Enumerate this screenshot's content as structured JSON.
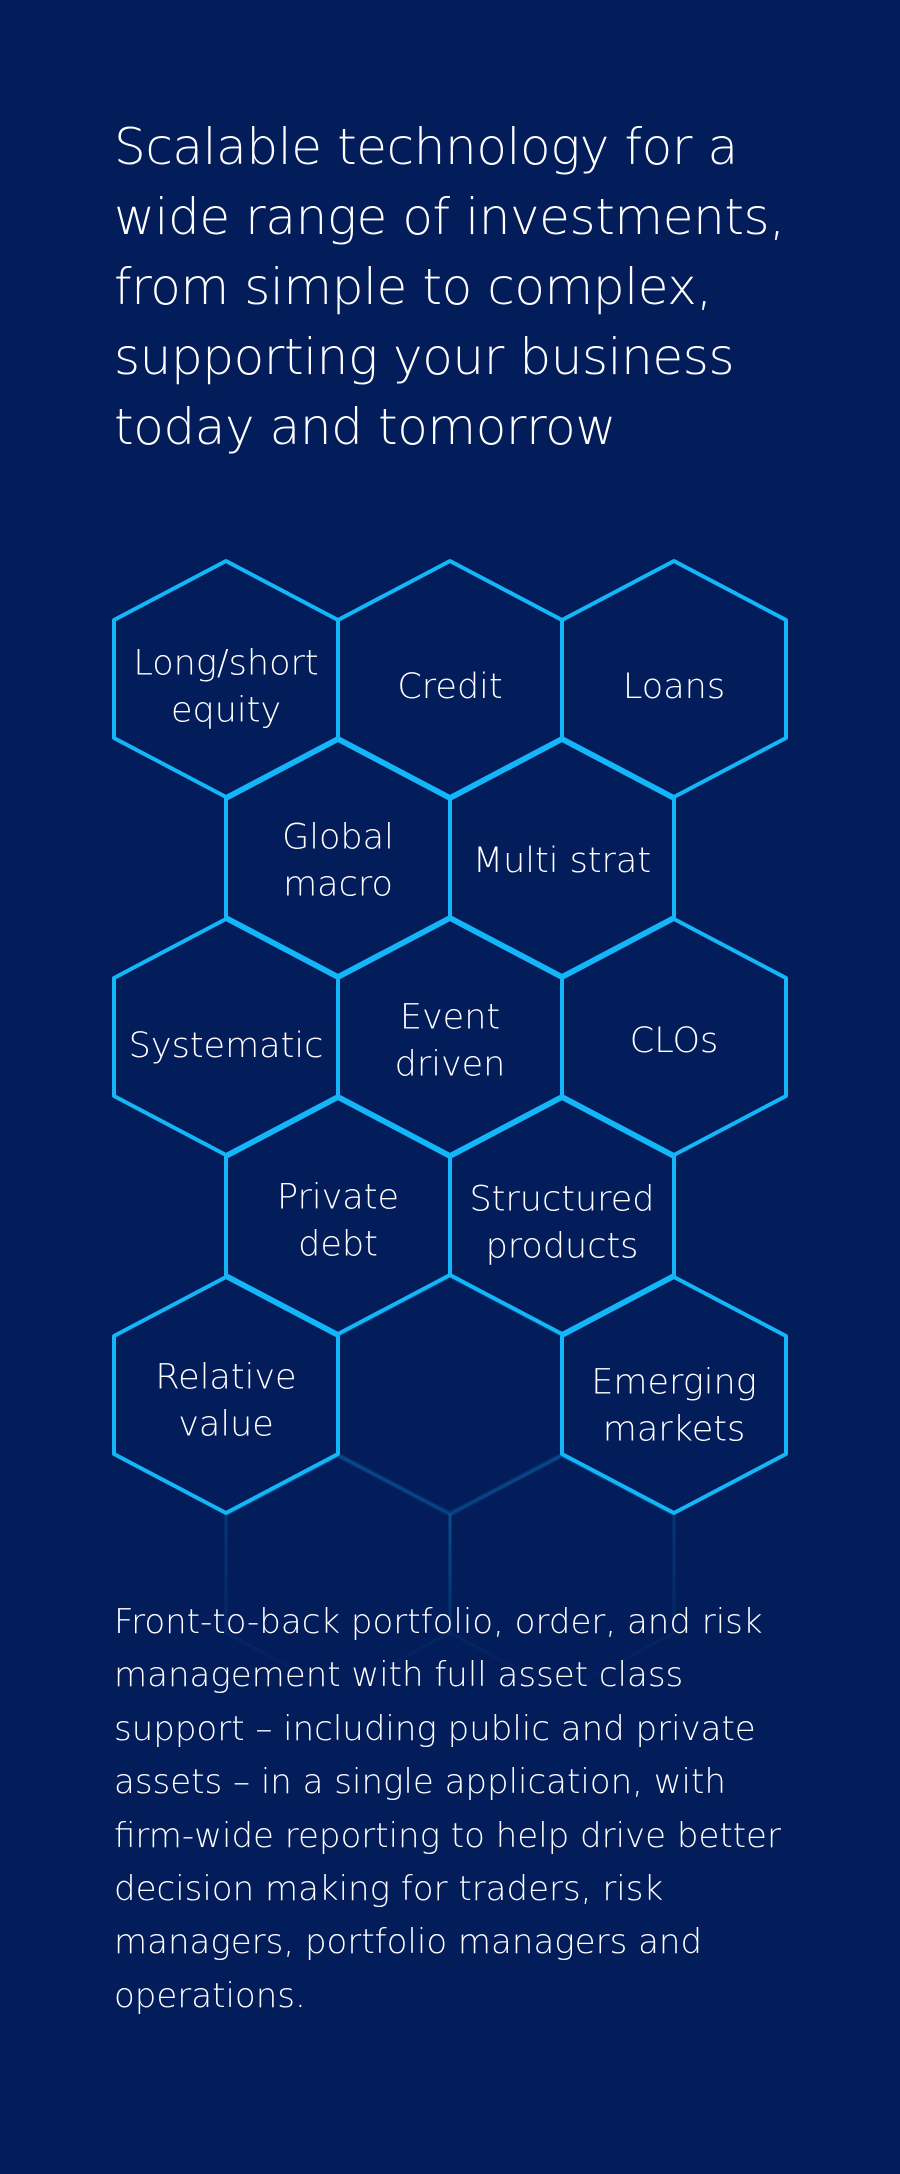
{
  "headline": "Scalable technology for a wide range of investments, from simple to complex, supporting your business today and tomorrow",
  "hexagons": [
    {
      "lines": [
        "Long/short",
        "equity"
      ]
    },
    {
      "lines": [
        "Credit"
      ]
    },
    {
      "lines": [
        "Loans"
      ]
    },
    {
      "lines": [
        "Global",
        "macro"
      ]
    },
    {
      "lines": [
        "Multi strat"
      ]
    },
    {
      "lines": [
        "Systematic"
      ]
    },
    {
      "lines": [
        "Event",
        "driven"
      ]
    },
    {
      "lines": [
        "CLOs"
      ]
    },
    {
      "lines": [
        "Private",
        "debt"
      ]
    },
    {
      "lines": [
        "Structured",
        "products"
      ]
    },
    {
      "lines": [
        "Relative",
        "value"
      ]
    },
    {
      "lines": [
        "Emerging",
        "markets"
      ]
    }
  ],
  "body": "Front-to-back portfolio, order, and risk management with full asset class support – including public and private assets – in a single application, with firm-wide reporting to help drive better decision making for traders, risk managers, portfolio managers and operations.",
  "colors": {
    "background": "#031d5b",
    "hex_stroke": "#14b6f8",
    "text": "#ffffff"
  }
}
